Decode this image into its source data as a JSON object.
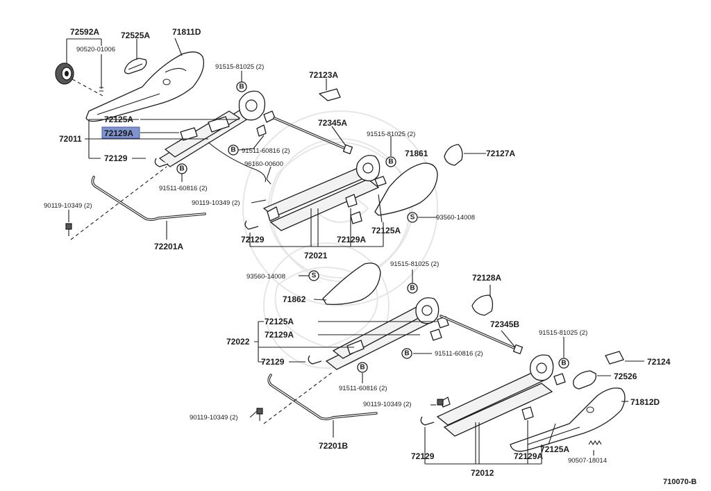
{
  "diagram": {
    "code": "710070-B",
    "bolt_symbol": "B",
    "screw_symbol": "S",
    "labels": {
      "l72592A": "72592A",
      "l72525A": "72525A",
      "l71811D": "71811D",
      "l90520": "90520-01006",
      "l91515_a": "91515-81025 (2)",
      "l72123A": "72123A",
      "l72125A_a": "72125A",
      "l72129A_hl": "72129A",
      "l72011": "72011",
      "l72129_a": "72129",
      "l72345A": "72345A",
      "l91511_a": "91511-60816 (2)",
      "l91515_b": "91515-81025 (2)",
      "l71861": "71861",
      "l72127A": "72127A",
      "l96160": "96160-00600",
      "l91511_b": "91511-60816 (2)",
      "l90119_a": "90119-10349 (2)",
      "l90119_b": "90119-10349 (2)",
      "l93560_a": "93560-14008",
      "l72201A": "72201A",
      "l72129_b": "72129",
      "l72129A_b": "72129A",
      "l72125A_b": "72125A",
      "l72021": "72021",
      "l93560_b": "93560-14008",
      "l91515_c": "91515-81025 (2)",
      "l71862": "71862",
      "l72128A": "72128A",
      "l72125A_c": "72125A",
      "l72129A_c": "72129A",
      "l72345B": "72345B",
      "l72022": "72022",
      "l91515_d": "91515-81025 (2)",
      "l72129_c": "72129",
      "l91511_c": "91511-60816 (2)",
      "l72124": "72124",
      "l91511_d": "91511-60816 (2)",
      "l72526": "72526",
      "l90119_c": "90119-10349 (2)",
      "l71812D": "71812D",
      "l90119_d": "90119-10349 (2)",
      "l72201B": "72201B",
      "l72125A_d": "72125A",
      "l72129_d": "72129",
      "l72129A_d": "72129A",
      "l90507": "90507-18014",
      "l72012": "72012"
    },
    "colors": {
      "highlight": "#7f93cf",
      "ink": "#1a1a1a"
    }
  }
}
